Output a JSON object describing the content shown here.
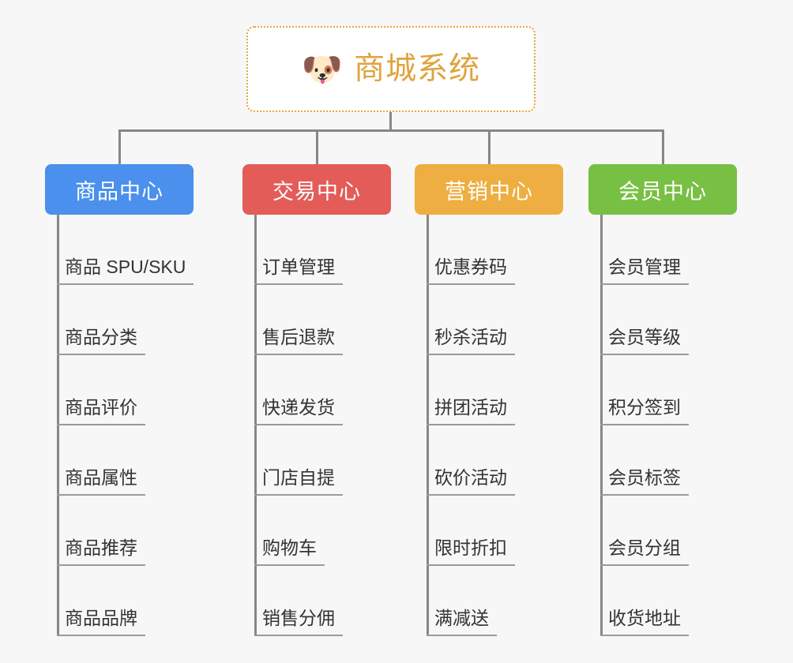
{
  "page": {
    "background_color": "#f7f7f7",
    "connector_color": "#878787"
  },
  "root": {
    "icon": "dog-face-emoji",
    "emoji": "🐶",
    "title": "商城系统",
    "text_color": "#e0a33e",
    "border_color": "#e8a33d",
    "fill_color": "#ffffff"
  },
  "branches": [
    {
      "title": "商品中心",
      "color": "#4a90ec",
      "items": [
        "商品 SPU/SKU",
        "商品分类",
        "商品评价",
        "商品属性",
        "商品推荐",
        "商品品牌"
      ]
    },
    {
      "title": "交易中心",
      "color": "#e35c58",
      "items": [
        "订单管理",
        "售后退款",
        "快递发货",
        "门店自提",
        "购物车",
        "销售分佣"
      ]
    },
    {
      "title": "营销中心",
      "color": "#eeae41",
      "items": [
        "优惠券码",
        "秒杀活动",
        "拼团活动",
        "砍价活动",
        "限时折扣",
        "满减送"
      ]
    },
    {
      "title": "会员中心",
      "color": "#78c043",
      "items": [
        "会员管理",
        "会员等级",
        "积分签到",
        "会员标签",
        "会员分组",
        "收货地址"
      ]
    }
  ]
}
